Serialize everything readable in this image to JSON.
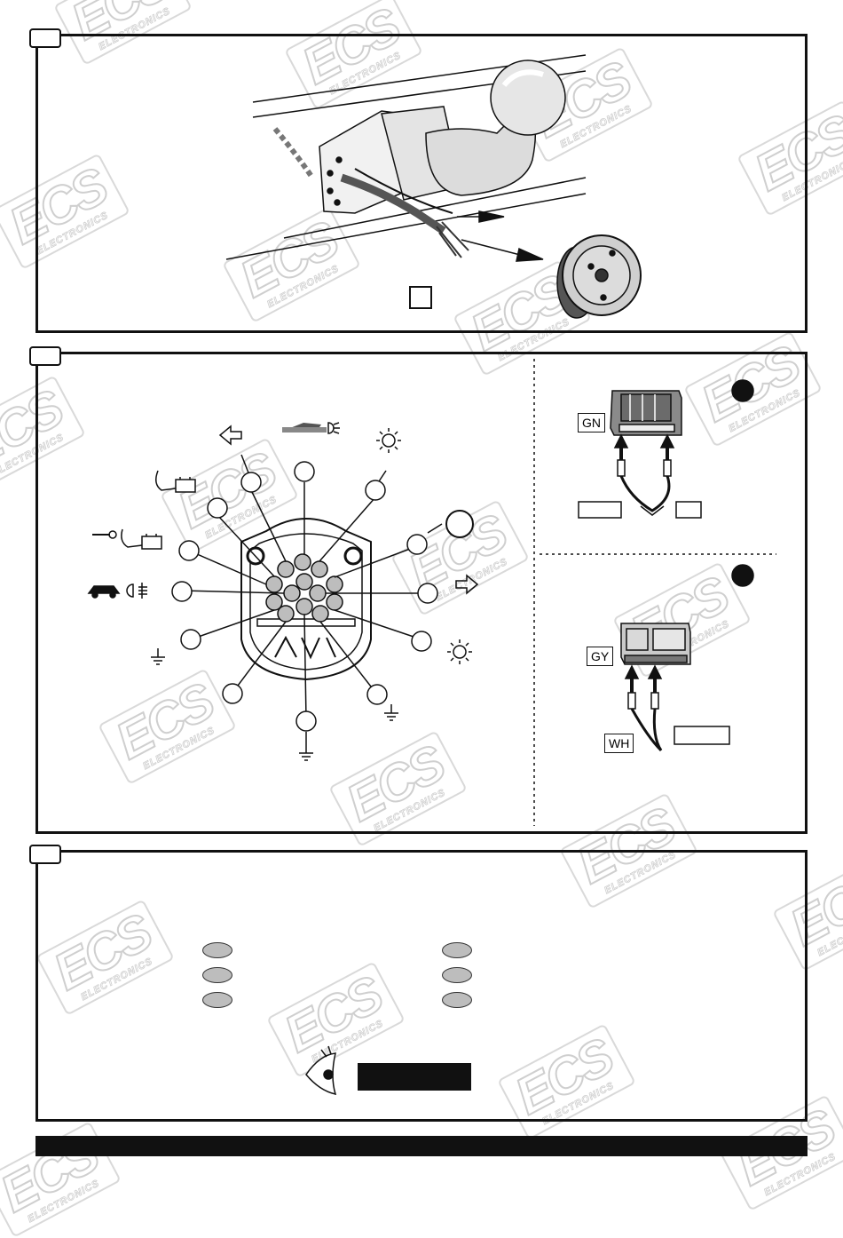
{
  "watermark": {
    "brand": "ECS",
    "sub": "ELECTRONICS"
  },
  "panel2": {
    "label_gn": "GN",
    "label_gy": "GY",
    "label_wh": "WH"
  }
}
